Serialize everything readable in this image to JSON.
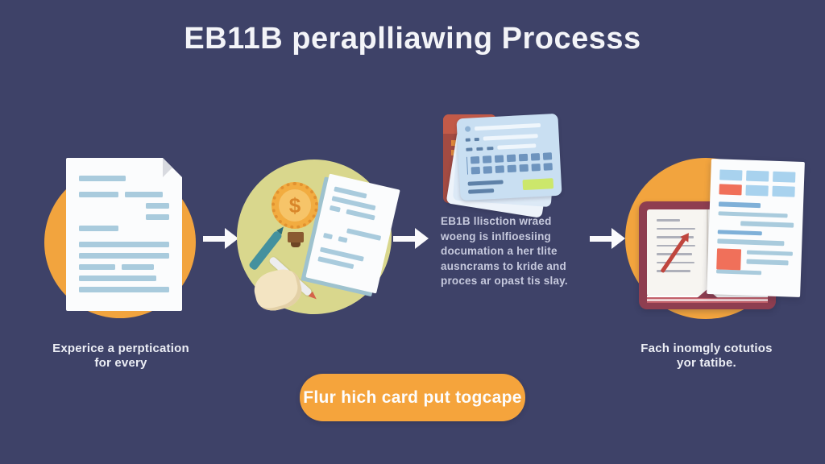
{
  "title": "EB11B peraplliawing Processs",
  "process": {
    "step1": {
      "caption": {
        "line1": "Experice a perptication",
        "line2": "for every"
      }
    },
    "step2": {
      "bulb_symbol": "$"
    },
    "description": {
      "lines": [
        "EB1B llisction wraed",
        "woeng is inlfioesiing",
        "documation a her tlite",
        "ausncrams to kride and",
        "proces ar opast tis slay."
      ]
    },
    "step3": {
      "caption": {
        "line1": "Fach inomgly cotutios",
        "line2": "yor tatibe."
      }
    }
  },
  "cta": {
    "label": "Flur hich card put togcape"
  },
  "colors": {
    "background": "#3E4268",
    "accent_orange": "#F2A43E",
    "button_orange": "#F5A43C",
    "circle_yellow": "#D9D78D",
    "doc_line_blue": "#A9CBDD",
    "card_blue": "#C9DFF2",
    "maroon": "#9E4644",
    "book_maroon": "#8E3E50",
    "highlight_green": "#CCE76B",
    "alert_red": "#F0705A"
  }
}
